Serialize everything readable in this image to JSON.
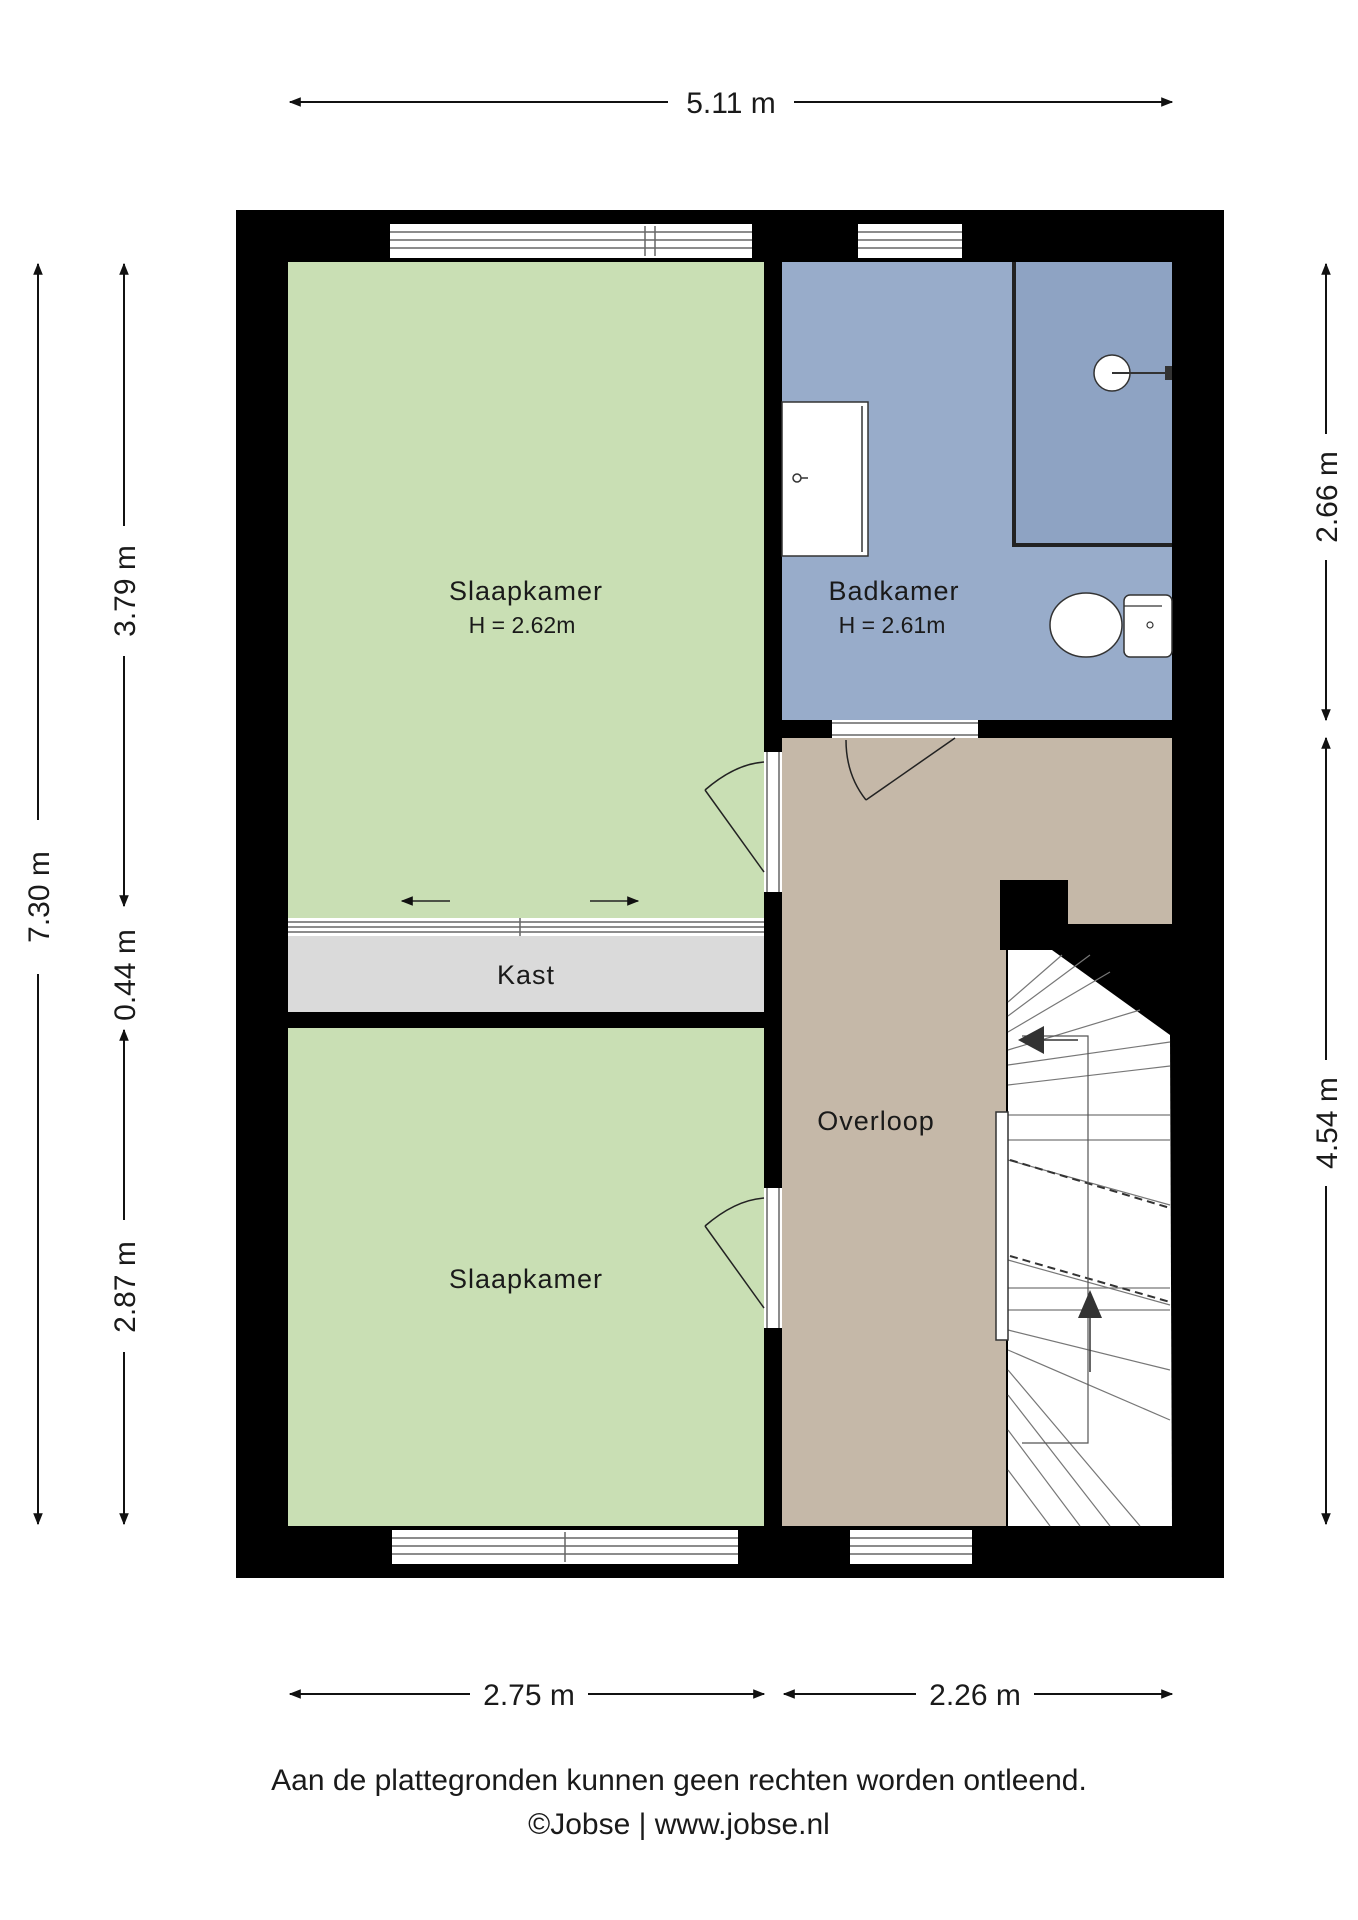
{
  "dimensions": {
    "top_width": "5.11 m",
    "outer_height": "7.30 m",
    "left_top": "3.79 m",
    "left_mid": "0.44 m",
    "left_bottom": "2.87 m",
    "right_top": "2.66 m",
    "right_bottom": "4.54 m",
    "bottom_left": "2.75 m",
    "bottom_right": "2.26 m"
  },
  "rooms": {
    "bedroom_top": {
      "name": "Slaapkamer",
      "height": "H = 2.62m"
    },
    "bathroom": {
      "name": "Badkamer",
      "height": "H = 2.61m"
    },
    "closet": {
      "name": "Kast"
    },
    "landing": {
      "name": "Overloop"
    },
    "bedroom_bottom": {
      "name": "Slaapkamer"
    }
  },
  "colors": {
    "bedroom": "#c9dfb4",
    "bathroom": "#98acca",
    "shower": "#8ea3c3",
    "closet": "#dadada",
    "landing": "#c5b8a8",
    "wall": "#000000"
  },
  "footer": {
    "disclaimer": "Aan de plattegronden kunnen geen rechten worden ontleend.",
    "credit": "©Jobse | www.jobse.nl"
  }
}
